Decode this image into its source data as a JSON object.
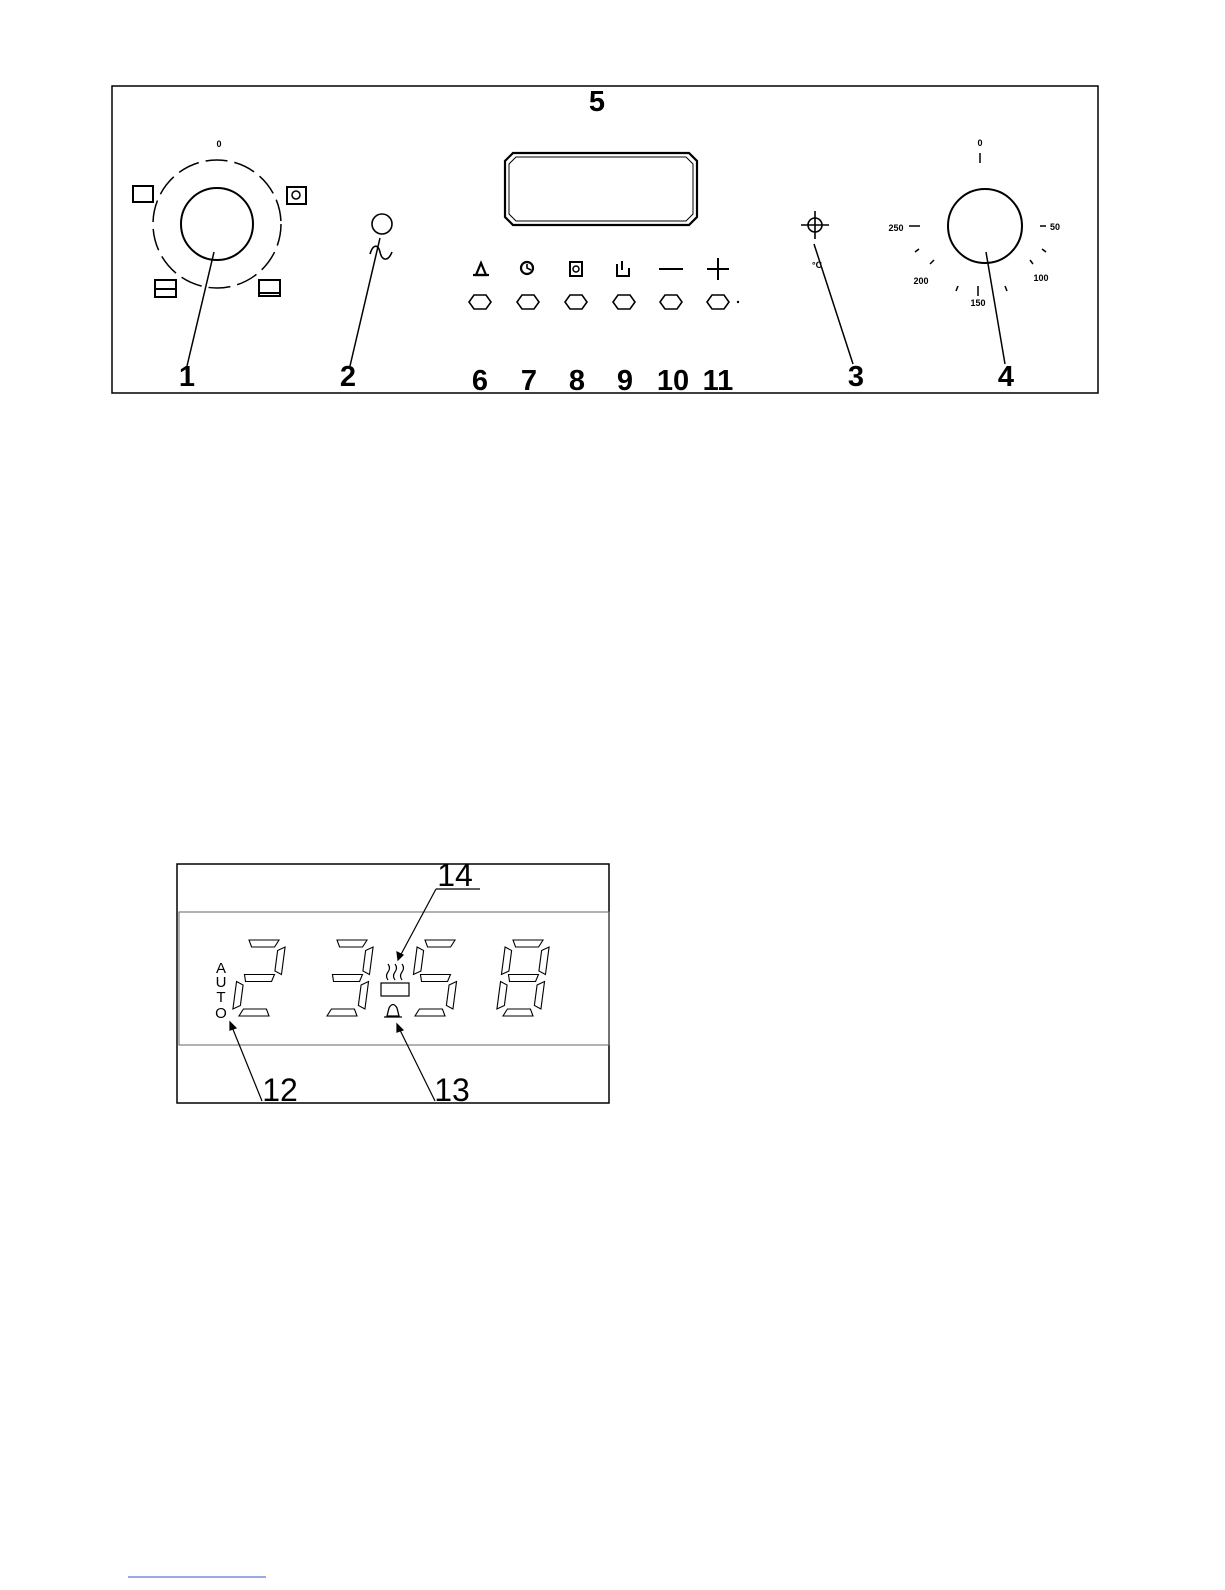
{
  "control_panel": {
    "callouts": [
      "1",
      "2",
      "3",
      "4",
      "5",
      "6",
      "7",
      "8",
      "9",
      "10",
      "11"
    ],
    "function_dial": {
      "top_label": "0"
    },
    "temperature_dial": {
      "labels": [
        "0",
        "50",
        "100",
        "150",
        "200",
        "250"
      ]
    },
    "thermostat_unit": "°C",
    "buttons": [
      {
        "icon": "bell-icon"
      },
      {
        "icon": "clock-icon"
      },
      {
        "icon": "cooking-duration-icon"
      },
      {
        "icon": "end-of-cooking-icon"
      },
      {
        "icon": "minus-icon"
      },
      {
        "icon": "plus-icon"
      }
    ]
  },
  "display_detail": {
    "digits": [
      "2",
      "3",
      "5",
      "8"
    ],
    "auto_letters": [
      "A",
      "U",
      "T",
      "O"
    ],
    "callouts": [
      "12",
      "13",
      "14"
    ]
  }
}
